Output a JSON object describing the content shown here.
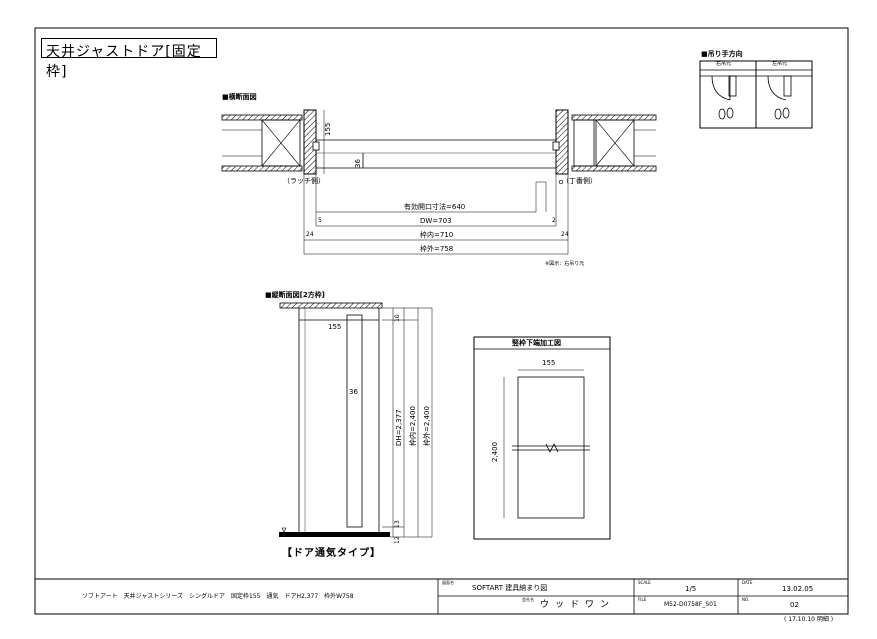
{
  "title": "天井ジャストドア[固定枠]",
  "handing": {
    "heading": "■吊り手方向",
    "right_label": "右吊元",
    "left_label": "左吊元"
  },
  "plan_section": {
    "heading": "■横断面図",
    "latch_side": "（ラッチ側）",
    "hinge_side": "（丁番側）",
    "dim_155": "155",
    "dim_36": "36",
    "opening": "有効開口寸法=640",
    "dw": "DW=703",
    "frame_inner": "枠内=710",
    "frame_outer": "枠外=758",
    "dim_5": "5",
    "dim_2": "2",
    "dim_24_left": "24",
    "dim_24_right": "24",
    "note": "※図示：右吊り元"
  },
  "elevation_section": {
    "heading": "■縦断面図[2方枠]",
    "dim_155": "155",
    "dim_36": "36",
    "dim_10": "10",
    "dh": "DH=2,377",
    "frame_inner": "枠内=2,400",
    "frame_outer": "枠外=2,400",
    "dim_13": "13",
    "dim_12": "12",
    "type_label": "【ドア通気タイプ】"
  },
  "jamb_detail": {
    "heading": "竪枠下端加工図",
    "width": "155",
    "height": "2,400"
  },
  "title_block": {
    "description": "ソフトアート　天井ジャストシリーズ　シングルドア　固定枠155　通気　ドアH2,377　枠外W758",
    "drawing_name_label": "図面名",
    "drawing_name": "SOFTART 建具納まり図",
    "company_label": "会社名",
    "company": "ウッドワン",
    "scale_label": "SCALE",
    "scale": "1/5",
    "date_label": "DATE",
    "date": "13.02.05",
    "file_label": "FILE",
    "file": "M52-D0758F_S01",
    "no_label": "NO.",
    "no": "02",
    "revision": "( 17.10.10 明細 )"
  }
}
